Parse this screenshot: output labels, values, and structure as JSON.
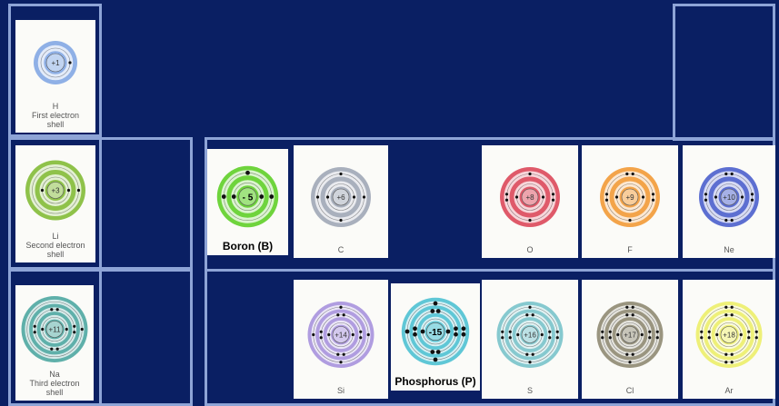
{
  "elements": [
    {
      "id": "H",
      "charge": "+1",
      "shells": [
        1
      ],
      "color": "#8fb0e6",
      "caption": [
        "H",
        "First electron",
        "shell"
      ],
      "bold": false
    },
    {
      "id": "Li",
      "charge": "+3",
      "shells": [
        2,
        1
      ],
      "color": "#8fc24a",
      "caption": [
        "Li",
        "Second electron",
        "shell"
      ],
      "bold": false
    },
    {
      "id": "B",
      "charge": "- 5",
      "shells": [
        2,
        3
      ],
      "color": "#6fd43d",
      "caption": [
        "Boron (B)"
      ],
      "bold": true
    },
    {
      "id": "C",
      "charge": "+6",
      "shells": [
        2,
        4
      ],
      "color": "#a9b0bd",
      "caption": [
        "C"
      ],
      "bold": false
    },
    {
      "id": "O",
      "charge": "+8",
      "shells": [
        2,
        6
      ],
      "color": "#df5a6a",
      "caption": [
        "O"
      ],
      "bold": false
    },
    {
      "id": "F",
      "charge": "+9",
      "shells": [
        2,
        7
      ],
      "color": "#f3a44a",
      "caption": [
        "F"
      ],
      "bold": false
    },
    {
      "id": "Ne",
      "charge": "+10",
      "shells": [
        2,
        8
      ],
      "color": "#5d6fd1",
      "caption": [
        "Ne"
      ],
      "bold": false
    },
    {
      "id": "Na",
      "charge": "+11",
      "shells": [
        2,
        8,
        1
      ],
      "color": "#5fb0aa",
      "caption": [
        "Na",
        "Third electron",
        "shell"
      ],
      "bold": false
    },
    {
      "id": "Si",
      "charge": "+14",
      "shells": [
        2,
        8,
        4
      ],
      "color": "#b09de0",
      "caption": [
        "Si"
      ],
      "bold": false
    },
    {
      "id": "P",
      "charge": "-15",
      "shells": [
        2,
        8,
        5
      ],
      "color": "#5fc7d6",
      "caption": [
        "Phosphorus (P)"
      ],
      "bold": true
    },
    {
      "id": "S",
      "charge": "+16",
      "shells": [
        2,
        8,
        6
      ],
      "color": "#86c9cf",
      "caption": [
        "S"
      ],
      "bold": false
    },
    {
      "id": "Cl",
      "charge": "+17",
      "shells": [
        2,
        8,
        7
      ],
      "color": "#9a9580",
      "caption": [
        "Cl"
      ],
      "bold": false
    },
    {
      "id": "Ar",
      "charge": "+18",
      "shells": [
        2,
        8,
        8
      ],
      "color": "#eef078",
      "caption": [
        "Ar"
      ],
      "bold": false
    }
  ]
}
